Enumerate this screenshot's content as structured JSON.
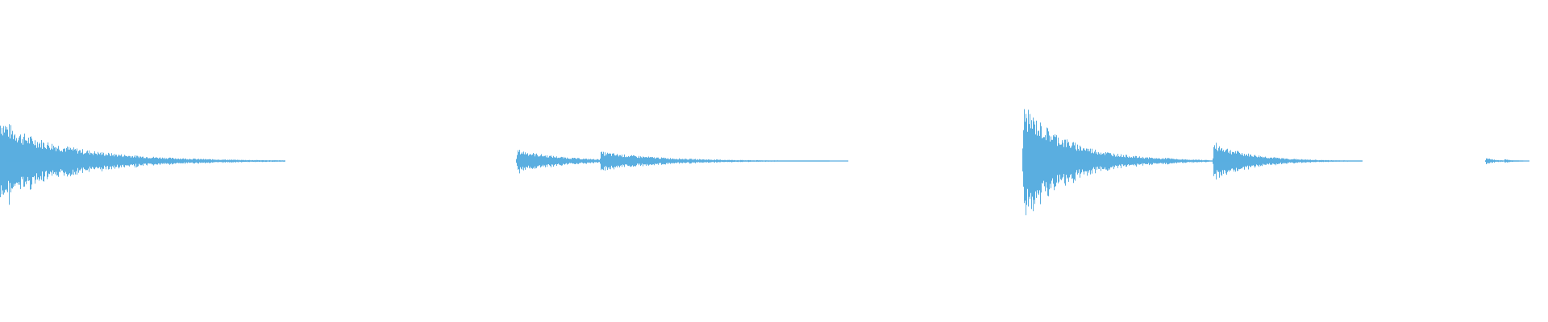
{
  "waveform": {
    "color": "#5aaee0",
    "background": "#ffffff",
    "duration_fraction_markers": [],
    "bursts": [
      {
        "position": 0.0,
        "peak": 0.38,
        "decay": 0.03
      },
      {
        "position": 0.004,
        "peak": 0.3,
        "decay": 0.045
      },
      {
        "position": 0.067,
        "peak": 0.02,
        "decay": 0.004
      },
      {
        "position": 0.092,
        "peak": 0.01,
        "decay": 0.002
      },
      {
        "position": 0.334,
        "peak": 0.1,
        "decay": 0.028
      },
      {
        "position": 0.388,
        "peak": 0.08,
        "decay": 0.04
      },
      {
        "position": 0.405,
        "peak": 0.04,
        "decay": 0.01
      },
      {
        "position": 0.661,
        "peak": 0.47,
        "decay": 0.03
      },
      {
        "position": 0.693,
        "peak": 0.1,
        "decay": 0.01
      },
      {
        "position": 0.734,
        "peak": 0.02,
        "decay": 0.004
      },
      {
        "position": 0.752,
        "peak": 0.03,
        "decay": 0.015
      },
      {
        "position": 0.784,
        "peak": 0.16,
        "decay": 0.024
      },
      {
        "position": 0.846,
        "peak": 0.01,
        "decay": 0.002
      },
      {
        "position": 0.96,
        "peak": 0.03,
        "decay": 0.006
      },
      {
        "position": 0.972,
        "peak": 0.02,
        "decay": 0.004
      }
    ]
  }
}
